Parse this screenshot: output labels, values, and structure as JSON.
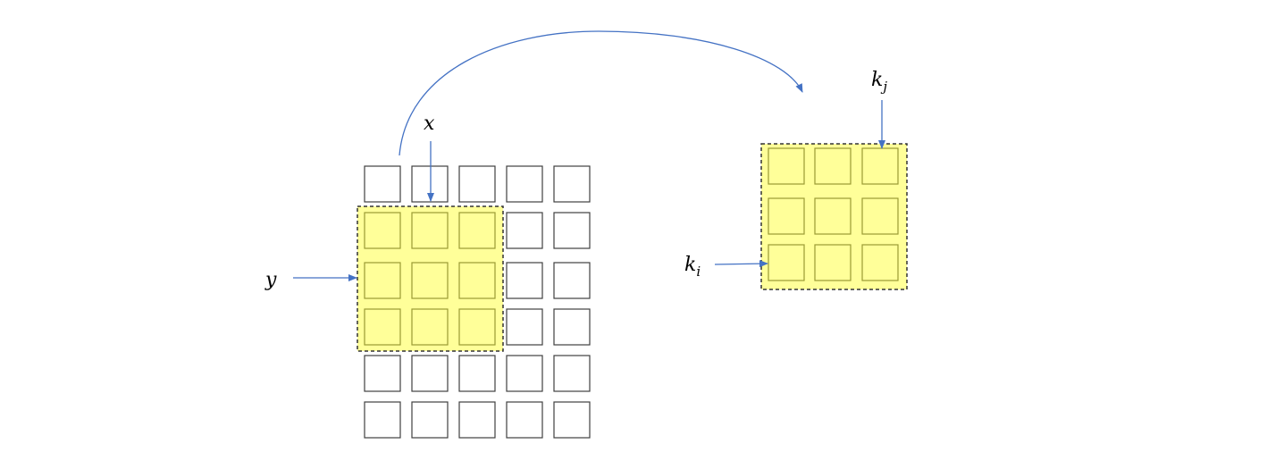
{
  "labels": {
    "x": "x",
    "y": "y",
    "k_i_base": "k",
    "k_i_sub": "i",
    "k_j_base": "k",
    "k_j_sub": "j"
  },
  "colors": {
    "highlight_fill": "#FFFF99",
    "cell_stroke": "#404040",
    "highlight_cell_stroke": "#9A9A35",
    "arrow": "#4472C4",
    "dash_border": "#333333"
  },
  "grid": {
    "rows": 6,
    "cols": 5
  },
  "window": {
    "rows": 3,
    "cols": 3,
    "start_row": 1,
    "start_col": 0
  },
  "kernel": {
    "rows": 3,
    "cols": 3
  }
}
